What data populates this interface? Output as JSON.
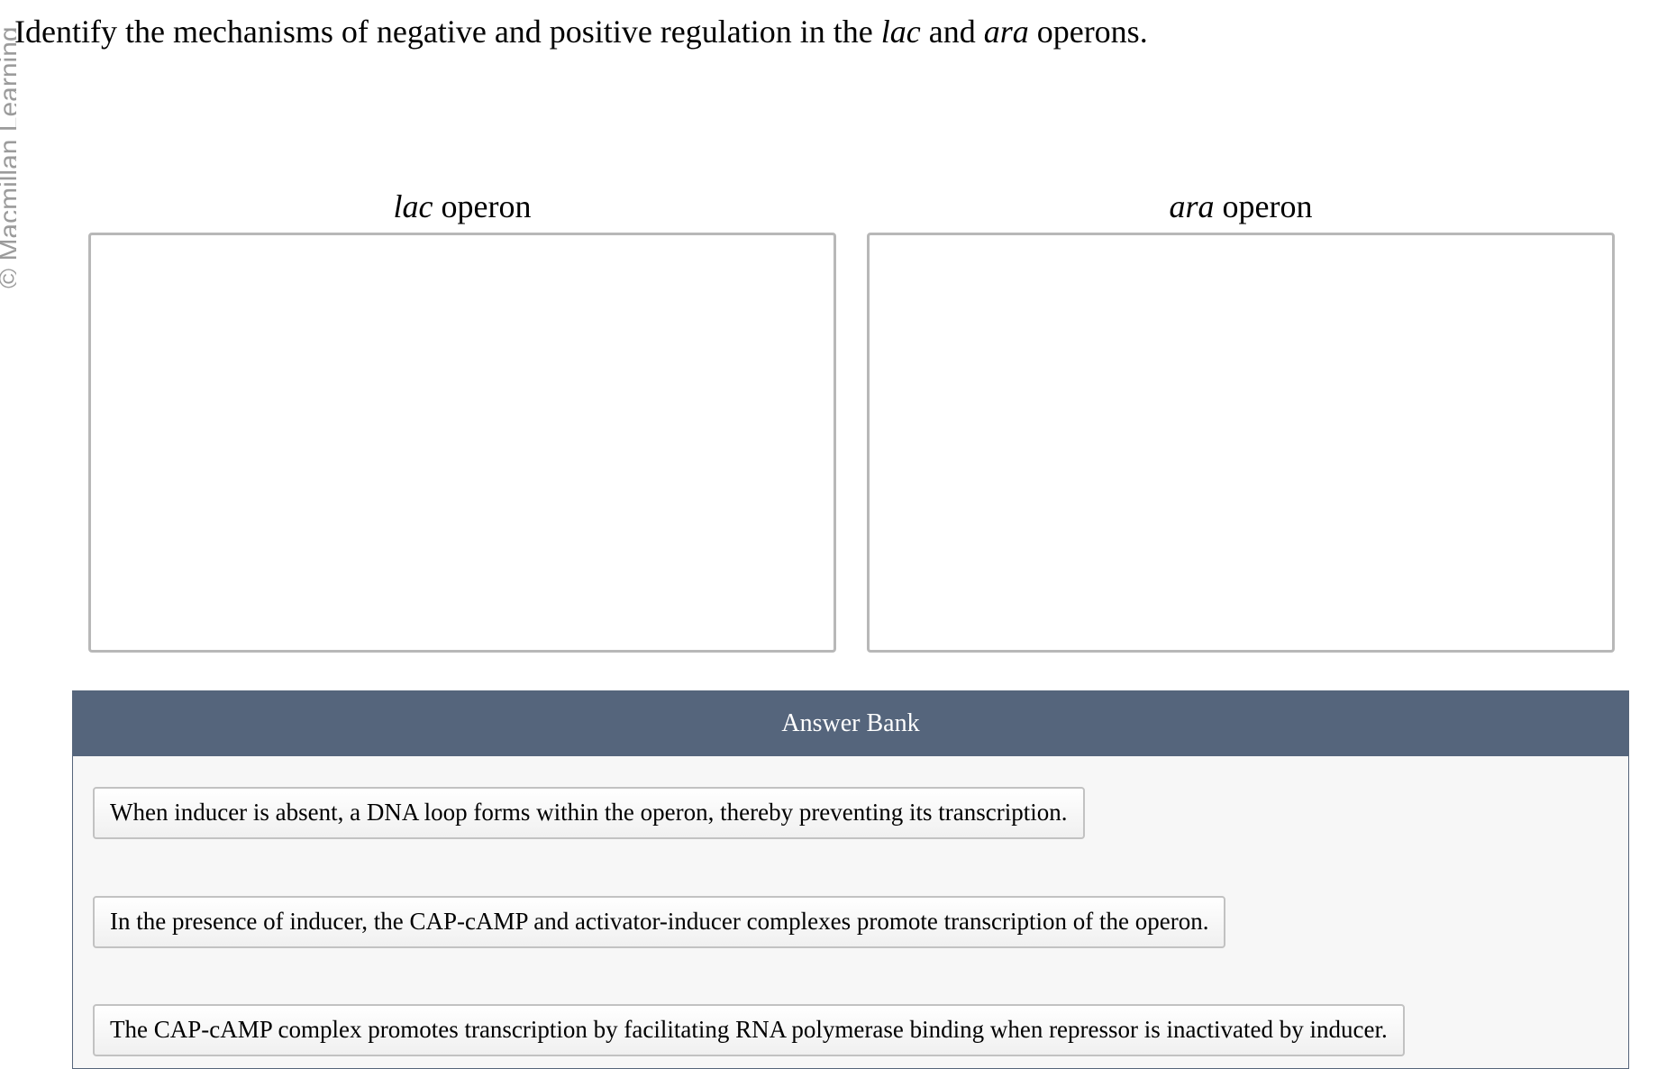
{
  "watermark": {
    "text": "© Macmillan Learning"
  },
  "question": {
    "part1": "Identify the mechanisms of negative and positive regulation in the ",
    "lac": "lac",
    "part2": " and ",
    "ara": "ara",
    "part3": " operons."
  },
  "zones": [
    {
      "italic": "lac",
      "suffix": " operon"
    },
    {
      "italic": "ara",
      "suffix": " operon"
    }
  ],
  "answer_bank": {
    "title": "Answer Bank",
    "items": [
      "When inducer is absent, a DNA loop forms within the operon, thereby preventing its transcription.",
      "In the presence of inducer, the CAP-cAMP and activator-inducer complexes promote transcription of the operon.",
      "The CAP-cAMP complex promotes transcription by facilitating RNA polymerase binding when repressor is inactivated by inducer."
    ]
  }
}
